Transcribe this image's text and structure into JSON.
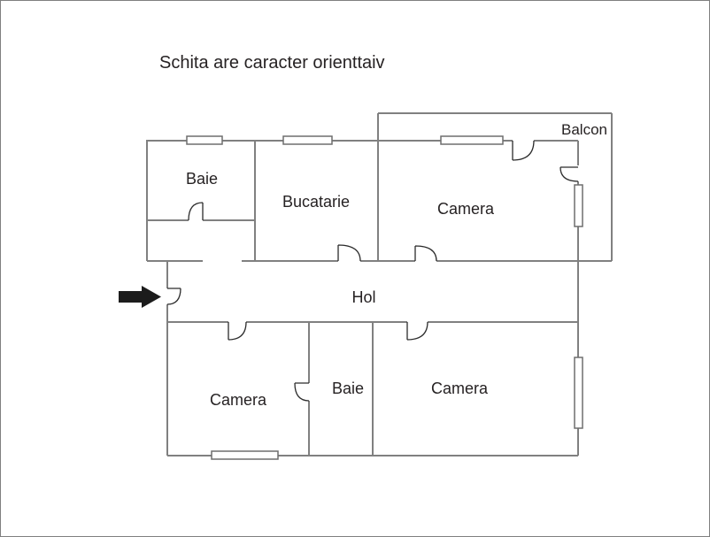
{
  "title": "Schita are caracter orienttaiv",
  "rooms": {
    "baie_top": "Baie",
    "bucatarie": "Bucatarie",
    "camera_top": "Camera",
    "balcon": "Balcon",
    "hol": "Hol",
    "camera_bottom_left": "Camera",
    "baie_bottom": "Baie",
    "camera_bottom_right": "Camera"
  },
  "entrance": {
    "arrow_icon": "entrance-arrow"
  },
  "colors": {
    "wall": "#808080",
    "door": "#2b2b2b",
    "window_stroke": "#6e6e6e",
    "text": "#262223",
    "arrow": "#1c1c1c",
    "background": "#ffffff",
    "frame_border": "#7f7f7f"
  }
}
